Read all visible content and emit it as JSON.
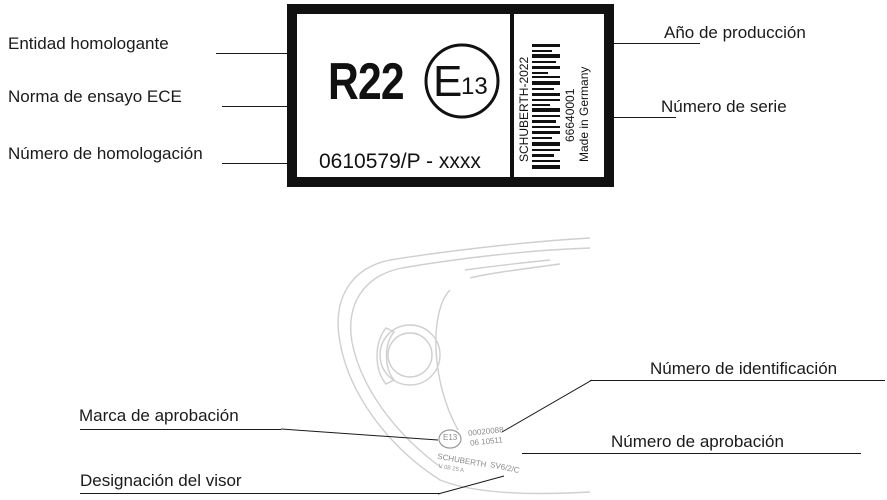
{
  "top_label": {
    "regulation": "R22",
    "approval_mark": "E",
    "approval_country": "13",
    "homologation_number": "0610579/P - xxxx",
    "manufacturer_year": "SCHUBERTH-2022",
    "serial_number": "66640001",
    "made_in": "Made in Germany"
  },
  "callouts_top": {
    "homologating_entity": "Entidad homologante",
    "ece_test_standard": "Norma de ensayo ECE",
    "homologation_number": "Número de homologación",
    "production_year": "Año de producción",
    "serial_number": "Número de serie"
  },
  "callouts_bottom": {
    "identification_number": "Número de identificación",
    "approval_mark": "Marca de aprobación",
    "approval_number": "Número de aprobación",
    "visor_designation": "Designación del visor"
  },
  "visor_markings": {
    "mark": "E13",
    "line1": "00020088",
    "line2": "06 10511",
    "brand": "SCHUBERTH",
    "designation": "SV6/2/C",
    "small": "V 08 25 A"
  }
}
